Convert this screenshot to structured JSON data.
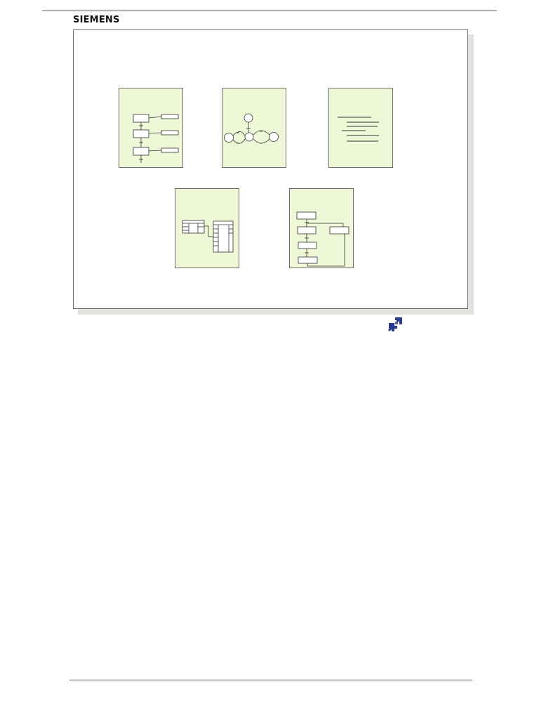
{
  "header": {
    "brand": "SIEMENS"
  },
  "figure": {
    "cards": [
      {
        "id": "sequence-diagram",
        "icon": "step-sequence-icon"
      },
      {
        "id": "state-graph",
        "icon": "state-graph-icon"
      },
      {
        "id": "text-listing",
        "icon": "text-lines-icon"
      },
      {
        "id": "function-blocks",
        "icon": "function-block-icon"
      },
      {
        "id": "flowchart-loop",
        "icon": "flowchart-icon"
      }
    ],
    "colors": {
      "card_fill": "#eef7d6",
      "card_border": "#6c6c6c",
      "line": "#333333",
      "logo": "#2c3a8c"
    }
  },
  "footer": {
    "logo_icon": "puzzle-logo-icon"
  }
}
